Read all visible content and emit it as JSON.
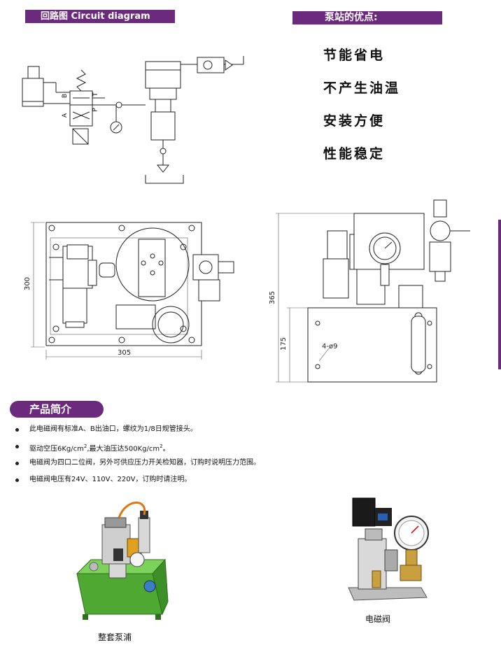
{
  "headers": {
    "circuit": "回路图  Circuit diagram",
    "advantages": "泵站的优点:"
  },
  "advantages": [
    "节能省电",
    "不产生油温",
    "安装方便",
    "性能稳定"
  ],
  "circuit_labels": {
    "port_b": "B",
    "port_a": "A",
    "port_t": "T",
    "port_p": "P"
  },
  "dimensions": {
    "front_height": "300",
    "front_width": "305",
    "side_total_height": "365",
    "side_tank_height": "175",
    "holes": "4-ø9"
  },
  "intro": {
    "title": "产品简介",
    "bullet1": "此电磁阀有标准A、B出油口，螺纹为1/8日规管接头。",
    "bullet2_a": "驱动空压6Kg/cm",
    "bullet2_sup1": "2",
    "bullet2_b": ",最大油压达500Kg/cm",
    "bullet2_sup2": "2",
    "bullet2_c": "。",
    "bullet3": "电磁阀为四口二位阀，另外可供应压力开关检知器，订购时说明压力范围。",
    "bullet4": "电磁阀电压有24V、110V、220V，订购时请注明。"
  },
  "captions": {
    "pump": "整套泵浦",
    "valve": "电磁阀"
  },
  "colors": {
    "accent": "#6b2a7d",
    "tank_green": "#5cb83a"
  }
}
